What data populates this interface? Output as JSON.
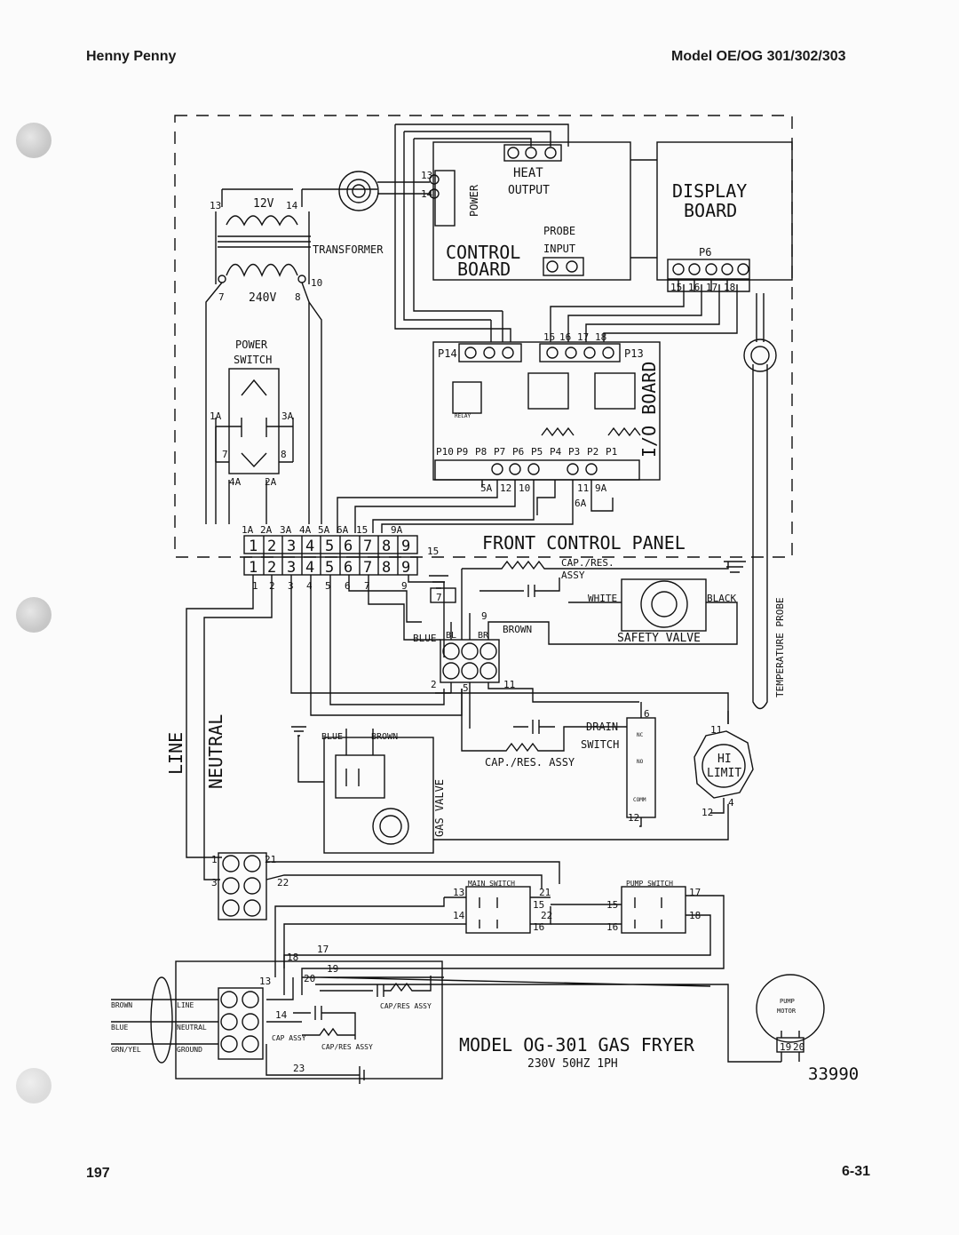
{
  "header": {
    "left": "Henny Penny",
    "right": "Model OE/OG 301/302/303"
  },
  "footer": {
    "page_number": "197",
    "section_page": "6-31"
  },
  "diagram": {
    "title": "MODEL OG-301 GAS FRYER",
    "subtitle": "230V 50HZ 1PH",
    "drawing_number": "33990",
    "components": {
      "display_board": "DISPLAY\nBOARD",
      "display_board_line1": "DISPLAY",
      "display_board_line2": "BOARD",
      "control_board_line1": "CONTROL",
      "control_board_line2": "BOARD",
      "heat": "HEAT",
      "output": "OUTPUT",
      "power": "POWER",
      "probe": "PROBE",
      "input": "INPUT",
      "p6": "P6",
      "transformer": "TRANSFORMER",
      "v12": "12V",
      "v240": "240V",
      "power_switch_line1": "POWER",
      "power_switch_line2": "SWITCH",
      "io_board": "I/O BOARD",
      "p14": "P14",
      "p13": "P13",
      "relay": "RELAY",
      "front_control_panel": "FRONT CONTROL PANEL",
      "cap_res": "CAP./RES.",
      "assy": "ASSY",
      "white": "WHITE",
      "black": "BLACK",
      "safety_valve": "SAFETY VALVE",
      "blue": "BLUE",
      "brown": "BROWN",
      "bl": "BL",
      "br": "BR",
      "line": "LINE",
      "neutral": "NEUTRAL",
      "gas_valve": "GAS VALVE",
      "drain": "DRAIN",
      "switch": "SWITCH",
      "cap_res_assy2": "CAP./RES. ASSY",
      "nc": "NC",
      "no": "NO",
      "comm": "COMM",
      "hi": "HI",
      "limit": "LIMIT",
      "temperature_probe": "TEMPERATURE PROBE",
      "main_switch": "MAIN SWITCH",
      "pump_switch": "PUMP SWITCH",
      "pump": "PUMP",
      "motor": "MOTOR",
      "cap_res_assy3": "CAP/RES ASSY",
      "cap_assy": "CAP ASSY",
      "cap_res_assy4": "CAP/RES ASSY"
    },
    "wire_colors": [
      "BROWN",
      "BLUE",
      "GRN/YEL"
    ],
    "terminal_labels": [
      "LINE",
      "NEUTRAL",
      "GROUND"
    ],
    "io_pins_top": [
      "15",
      "16",
      "17",
      "18"
    ],
    "io_pins_bottom": [
      "P10",
      "P9",
      "P8",
      "P7",
      "P6",
      "P5",
      "P4",
      "P3",
      "P2",
      "P1"
    ],
    "display_pins": [
      "15",
      "16",
      "17",
      "18"
    ],
    "strip_top_labels": [
      "1A",
      "2A",
      "3A",
      "4A",
      "5A",
      "6A",
      "15",
      "9A"
    ],
    "strip_numbers": [
      "1",
      "2",
      "3",
      "4",
      "5",
      "6",
      "7",
      "8",
      "9"
    ],
    "strip_bottom_labels": [
      "1",
      "2",
      "3",
      "4",
      "5",
      "6",
      "7",
      "9"
    ],
    "misc_numbers": {
      "n13": "13",
      "n14": "14",
      "n7": "7",
      "n8": "8",
      "n10": "10",
      "n1a": "1A",
      "n3a": "3A",
      "n4a": "4A",
      "n2a": "2A",
      "n5a": "5A",
      "n12": "12",
      "n11": "11",
      "n9a": "9A",
      "n6a": "6A",
      "n9": "9",
      "n2": "2",
      "n5": "5",
      "n6": "6",
      "n4": "4",
      "n1": "1",
      "n3": "3",
      "n21": "21",
      "n22": "22",
      "n15": "15",
      "n16": "16",
      "n17": "17",
      "n18": "18",
      "n19": "19",
      "n20": "20",
      "n23": "23"
    }
  }
}
